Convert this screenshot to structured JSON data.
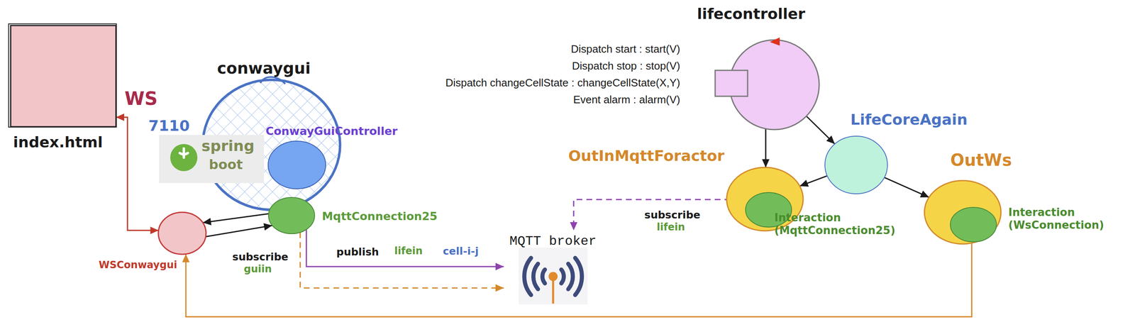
{
  "diagram": {
    "nodes": [
      {
        "text": [
          "index.html"
        ]
      },
      {
        "text": [
          "conwaygui"
        ]
      },
      {
        "text": [
          "ConwayGuiController"
        ],
        "in": 1
      },
      {
        "text": [
          "MqttConnection25"
        ],
        "in": 1
      },
      {
        "text": [
          "WSConwaygui"
        ]
      },
      {
        "text": [
          "MQTT broker"
        ]
      },
      {
        "text": [
          "lifecontroller"
        ]
      },
      {
        "text": [
          "LifeCoreAgain"
        ]
      },
      {
        "text": [
          "OutInMqttForactor"
        ]
      },
      {
        "text": [
          "Interaction (MqttConnection25)"
        ],
        "in": 8
      },
      {
        "text": [
          "OutWs"
        ]
      },
      {
        "text": [
          "Interaction (WsConnection)"
        ],
        "in": 10
      }
    ],
    "edges": [
      {
        "from": 0,
        "to": 4,
        "arrow": "both"
      },
      {
        "from": 3,
        "to": 4,
        "arrow": "to"
      },
      {
        "from": 4,
        "to": 3,
        "arrow": "to"
      },
      {
        "from": 3,
        "to": 5,
        "arrow": "to"
      },
      {
        "from": 3,
        "to": 5,
        "arrow": "to"
      },
      {
        "from": 6,
        "to": 8,
        "arrow": "to"
      },
      {
        "from": 6,
        "to": 7,
        "arrow": "to"
      },
      {
        "from": 7,
        "to": 8,
        "arrow": "to"
      },
      {
        "from": 7,
        "to": 10,
        "arrow": "to"
      },
      {
        "from": 9,
        "to": 5,
        "arrow": "to"
      },
      {
        "from": 10,
        "to": 4,
        "arrow": "to"
      }
    ],
    "labels": [
      "Dispatch start : start(V)",
      "Dispatch stop : stop(V)",
      "Dispatch changeCellState : changeCellState(X,Y)",
      "Event alarm : alarm(V)",
      "WS",
      "7110",
      "spring",
      "boot",
      "subscribe",
      "guiin",
      "publish",
      "lifein",
      "cell-i-j",
      "subscribe",
      "lifein"
    ]
  }
}
